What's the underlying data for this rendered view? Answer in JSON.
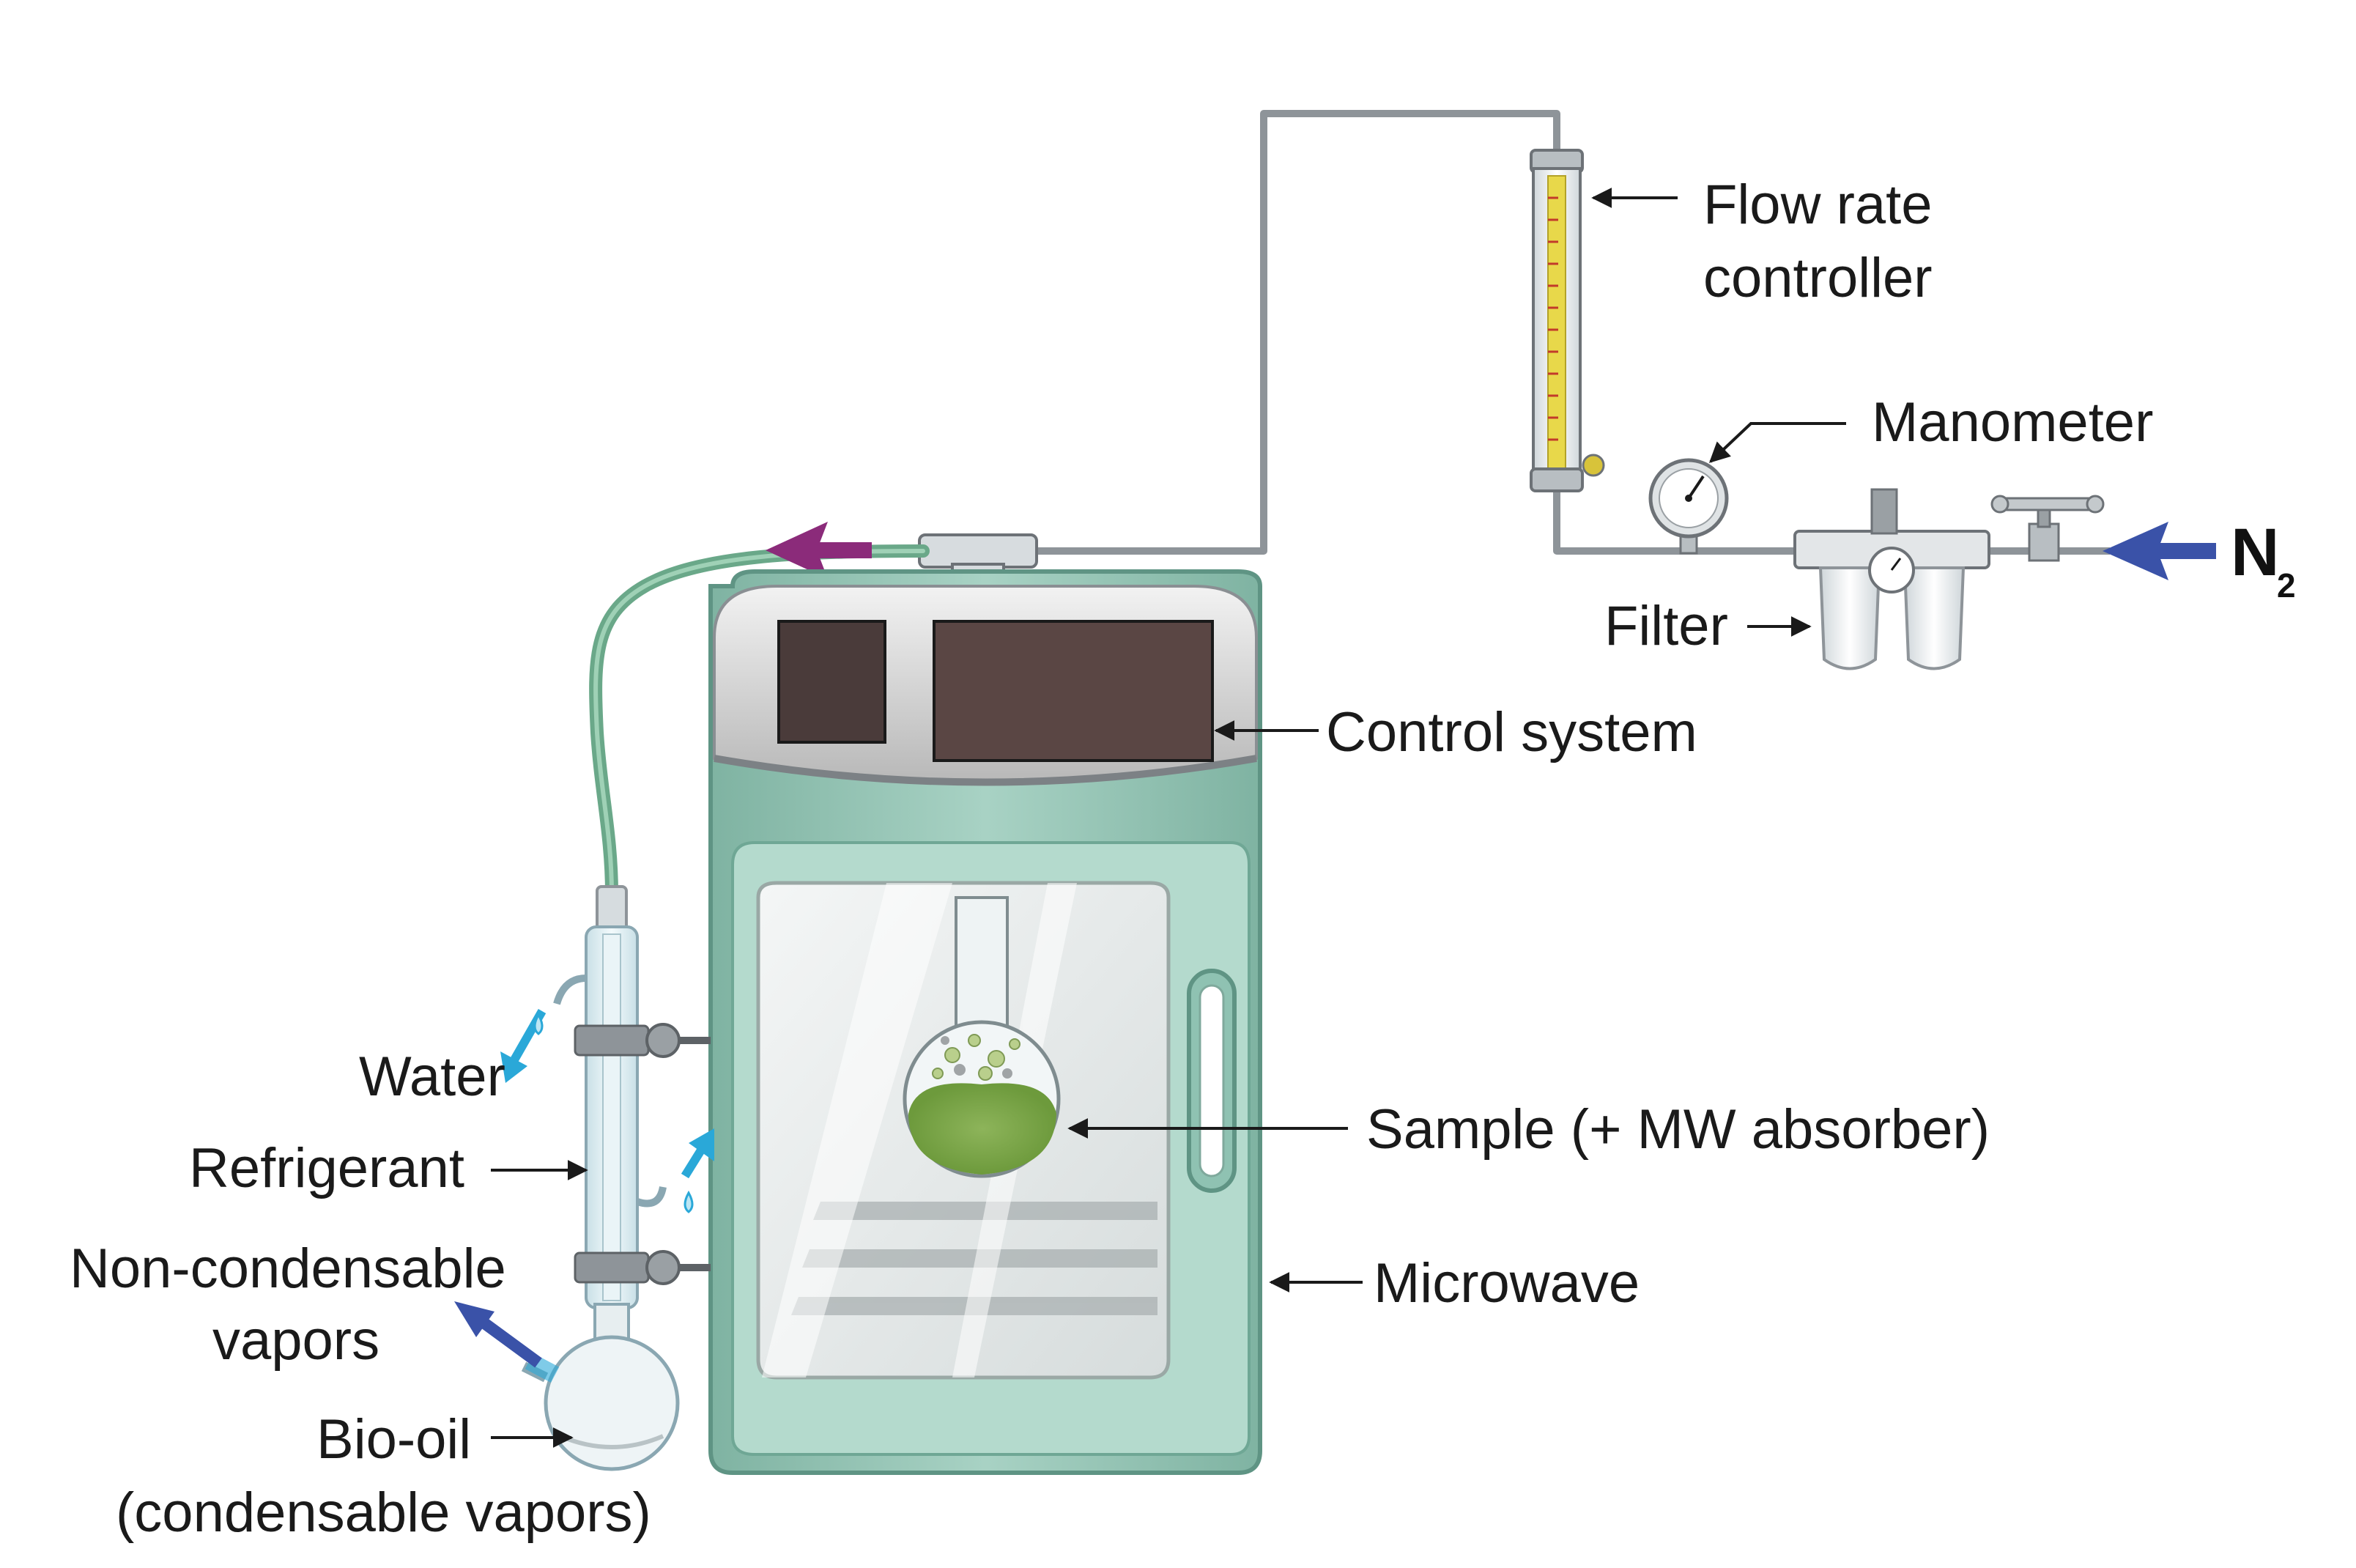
{
  "labels": {
    "flow_rate_line1": "Flow rate",
    "flow_rate_line2": "controller",
    "manometer": "Manometer",
    "n2_main": "N",
    "n2_sub": "2",
    "filter": "Filter",
    "control_system": "Control system",
    "water": "Water",
    "refrigerant": "Refrigerant",
    "non_condensable_line1": "Non-condensable",
    "non_condensable_line2": "vapors",
    "bio_oil_line1": "Bio-oil",
    "bio_oil_line2": "(condensable vapors)",
    "sample": "Sample (+ MW absorber)",
    "microwave": "Microwave"
  },
  "colors": {
    "microwave_body": "#9fcbbd",
    "microwave_body_dark": "#6fa795",
    "panel_top": "#dcdcdc",
    "screen": "#4a3b3a",
    "tube_green": "#6aa889",
    "pipe_grey": "#8e9499",
    "sample_green": "#7fa84a",
    "arrow_purple": "#8b2b7a",
    "arrow_blue": "#3a52a8",
    "arrow_cyan": "#2aa8d8",
    "flowmeter_yellow": "#e8d84a",
    "label_text": "#1a1a1a"
  }
}
